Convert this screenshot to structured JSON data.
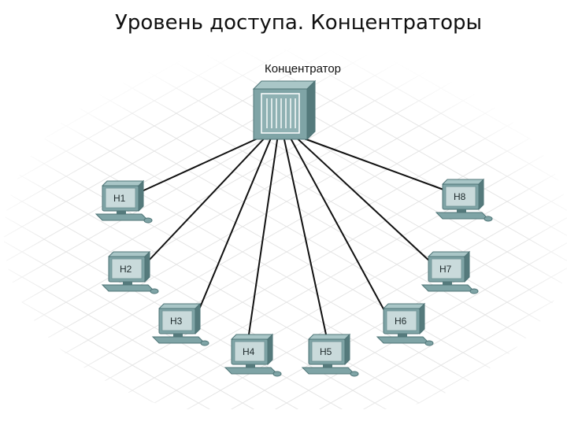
{
  "slide": {
    "title": "Уровень доступа. Концентраторы"
  },
  "diagram": {
    "hub": {
      "label": "Концентратор",
      "icon": "hub-icon"
    },
    "hosts": [
      {
        "label": "H1",
        "icon": "computer-icon"
      },
      {
        "label": "H2",
        "icon": "computer-icon"
      },
      {
        "label": "H3",
        "icon": "computer-icon"
      },
      {
        "label": "H4",
        "icon": "computer-icon"
      },
      {
        "label": "H5",
        "icon": "computer-icon"
      },
      {
        "label": "H6",
        "icon": "computer-icon"
      },
      {
        "label": "H7",
        "icon": "computer-icon"
      },
      {
        "label": "H8",
        "icon": "computer-icon"
      }
    ],
    "colors": {
      "device_fill": "#7fa4a6",
      "device_dark": "#4f7577",
      "screen": "#c9dadb",
      "link": "#111111",
      "grid": "#e6e6e6"
    }
  }
}
